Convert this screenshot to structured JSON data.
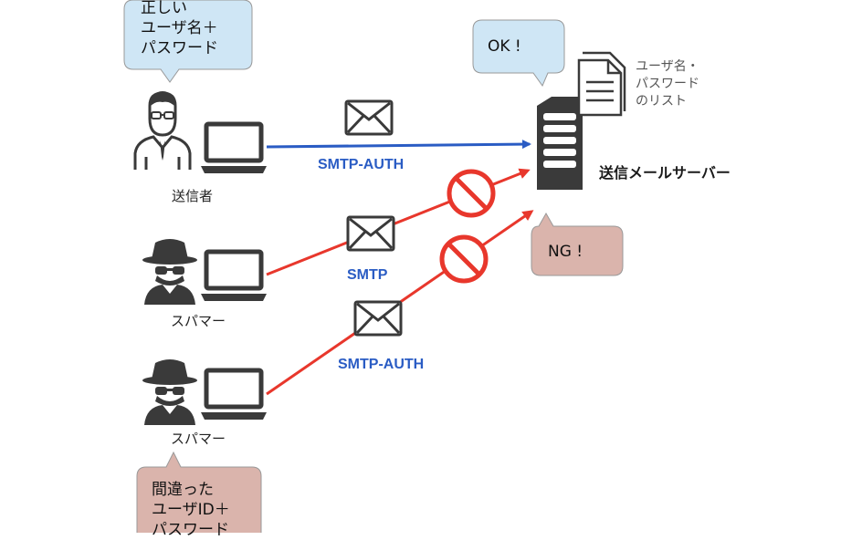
{
  "bubbles": {
    "top_left": [
      "正しい",
      "ユーザ名＋",
      "パスワード"
    ],
    "ok": "OK !",
    "ng": "NG !",
    "bottom_left": [
      "間違った",
      "ユーザID＋",
      "パスワード"
    ]
  },
  "labels": {
    "sender": "送信者",
    "spammer1": "スパマー",
    "spammer2": "スパマー",
    "server": "送信メールサーバー",
    "doc": [
      "ユーザ名・",
      "パスワード",
      "のリスト"
    ]
  },
  "protocols": {
    "legit": "SMTP-AUTH",
    "spam_smtp": "SMTP",
    "spam_auth": "SMTP-AUTH"
  },
  "colors": {
    "bubble_blue": "#cfe6f5",
    "bubble_red": "#dab4ac",
    "arrow_blue": "#2a5cc4",
    "arrow_red": "#e8372c",
    "dark": "#3a3a3a"
  },
  "icons": [
    "person-icon",
    "spy-icon",
    "laptop-icon",
    "envelope-icon",
    "server-icon",
    "document-icon",
    "no-entry-icon"
  ]
}
